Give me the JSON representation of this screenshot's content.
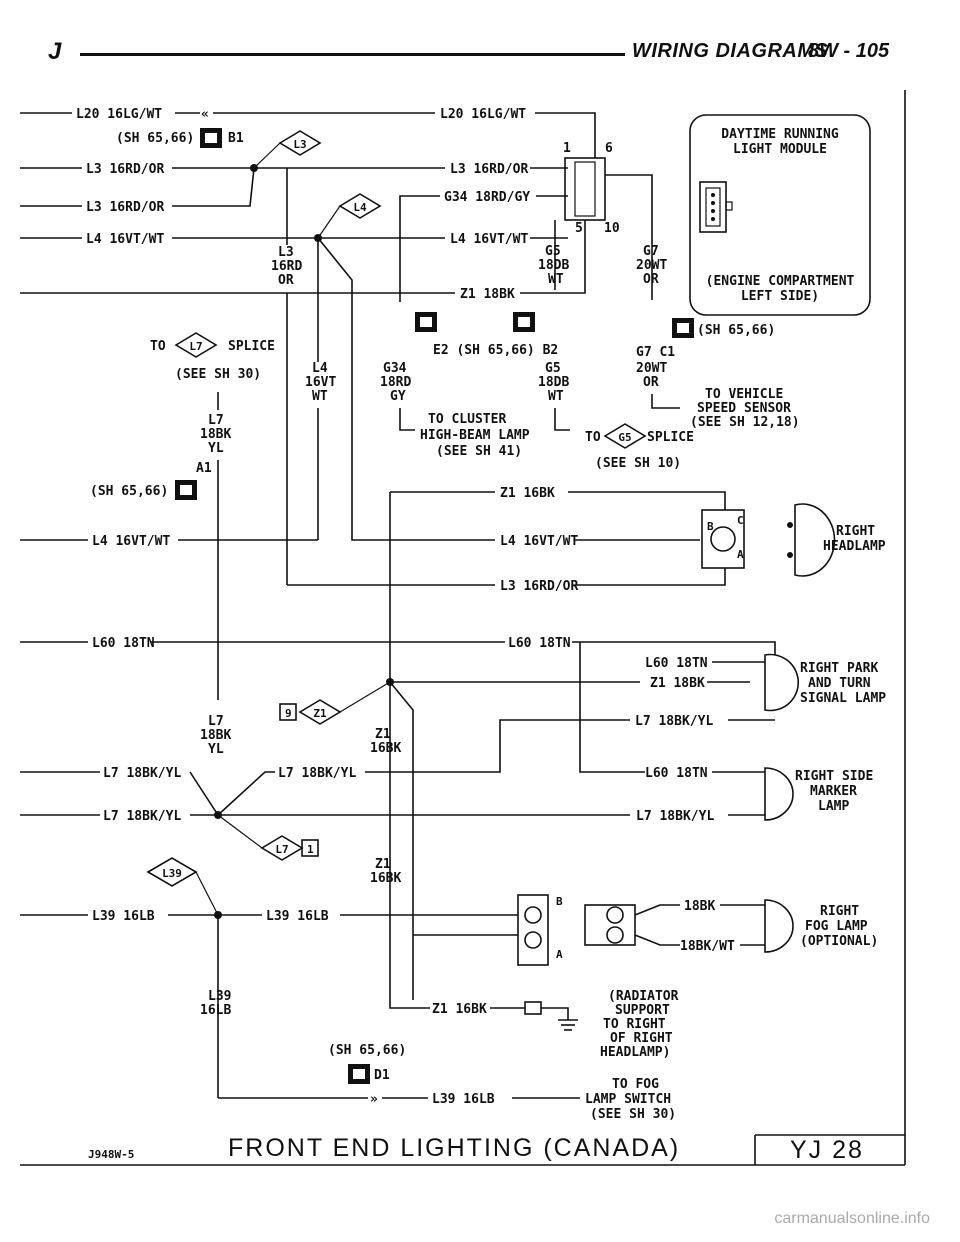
{
  "header": {
    "letter": "J",
    "title": "WIRING DIAGRAMS",
    "page": "8W - 105"
  },
  "module": {
    "title_1": "DAYTIME RUNNING",
    "title_2": "LIGHT MODULE",
    "loc_1": "(ENGINE COMPARTMENT",
    "loc_2": "LEFT SIDE)"
  },
  "left_wires": {
    "w1": "L20 16LG/WT",
    "sh1": "(SH 65,66)",
    "b1": "B1",
    "w2": "L3 16RD/OR",
    "w3": "L3 16RD/OR",
    "w4": "L4 16VT/WT",
    "w5": "L4 16VT/WT",
    "w6": "L60 18TN",
    "w7": "L7 18BK/YL",
    "w8": "L7 18BK/YL",
    "w9": "L39 16LB"
  },
  "mid_wires": {
    "l20": "L20 16LG/WT",
    "l3": "L3 16RD/OR",
    "g34": "G34 18RD/GY",
    "l4": "L4 16VT/WT",
    "z1": "Z1 18BK",
    "pin1": "1",
    "pin6": "6",
    "pin5": "5",
    "pin10": "10",
    "g5a": "G5",
    "g5b": "18DB",
    "g5c": "WT",
    "g7a": "G7",
    "g7b": "20WT",
    "g7c": "OR",
    "l3a": "L3",
    "l3b": "16RD",
    "l3c": "OR",
    "l4a": "L4",
    "l4b": "16VT",
    "l4c": "WT"
  },
  "splices": {
    "l3": "L3",
    "l4": "L4",
    "l7": "L7",
    "z1": "Z1",
    "z1n": "9",
    "l7r": "L7",
    "l7rn": "1",
    "l39": "L39",
    "g5": "G5"
  },
  "connectors": {
    "e2": "E2 (SH 65,66) B2",
    "sh_g7": "(SH 65,66)",
    "g7c1": "G7 C1",
    "g34a": "G34",
    "g34b": "18RD",
    "g34c": "GY",
    "g5a": "G5",
    "g5b": "18DB",
    "g5c": "WT",
    "g7a": "20WT",
    "g7b": "OR",
    "cluster1": "TO CLUSTER",
    "cluster2": "HIGH-BEAM LAMP",
    "cluster3": "(SEE SH 41)",
    "vss1": "TO VEHICLE",
    "vss2": "SPEED SENSOR",
    "vss3": "(SEE SH 12,18)",
    "g5sp1": "TO",
    "g5sp2": "SPLICE",
    "g5sp3": "(SEE SH 10)",
    "to_l7": "TO",
    "splice": "SPLICE",
    "see30": "(SEE SH 30)",
    "l7a": "L7",
    "l7b": "18BK",
    "l7c": "YL",
    "a1": "A1",
    "sh_a1": "(SH 65,66)",
    "l7d": "L7",
    "l7e": "18BK",
    "l7f": "YL",
    "z1a": "Z1",
    "z1b": "16BK",
    "z1c": "Z1",
    "z1d": "16BK",
    "l39a": "L39",
    "l39b": "16LB",
    "sh_d1": "(SH 65,66)",
    "d1": "D1"
  },
  "right": {
    "z1": "Z1 16BK",
    "l4": "L4 16VT/WT",
    "l3": "L3 16RD/OR",
    "hl1": "RIGHT",
    "hl2": "HEADLAMP",
    "pb": "B",
    "pc": "C",
    "pa": "A",
    "l60": "L60 18TN",
    "park_l60": "L60 18TN",
    "park_z1": "Z1 18BK",
    "park_l7": "L7 18BK/YL",
    "park1": "RIGHT PARK",
    "park2": "AND TURN",
    "park3": "SIGNAL LAMP",
    "side_l60": "L60 18TN",
    "side_l7": "L7 18BK/YL",
    "side1": "RIGHT SIDE",
    "side2": "MARKER",
    "side3": "LAMP",
    "l7mid": "L7 18BK/YL",
    "l39": "L39 16LB",
    "fb": "B",
    "fa": "A",
    "fog_bk": "18BK",
    "fog_bkwt": "18BK/WT",
    "fog1": "RIGHT",
    "fog2": "FOG LAMP",
    "fog3": "(OPTIONAL)",
    "gnd_z1": "Z1 16BK",
    "rad1": "(RADIATOR",
    "rad2": "SUPPORT",
    "rad3": "TO RIGHT",
    "rad4": "OF RIGHT",
    "rad5": "HEADLAMP)",
    "fogsw_l39": "L39 16LB",
    "fs1": "TO FOG",
    "fs2": "LAMP SWITCH",
    "fs3": "(SEE SH 30)"
  },
  "footer": {
    "code": "J948W-5",
    "title": "FRONT END LIGHTING (CANADA)",
    "sheet": "YJ 28",
    "site": "carmanualsonline.info"
  }
}
